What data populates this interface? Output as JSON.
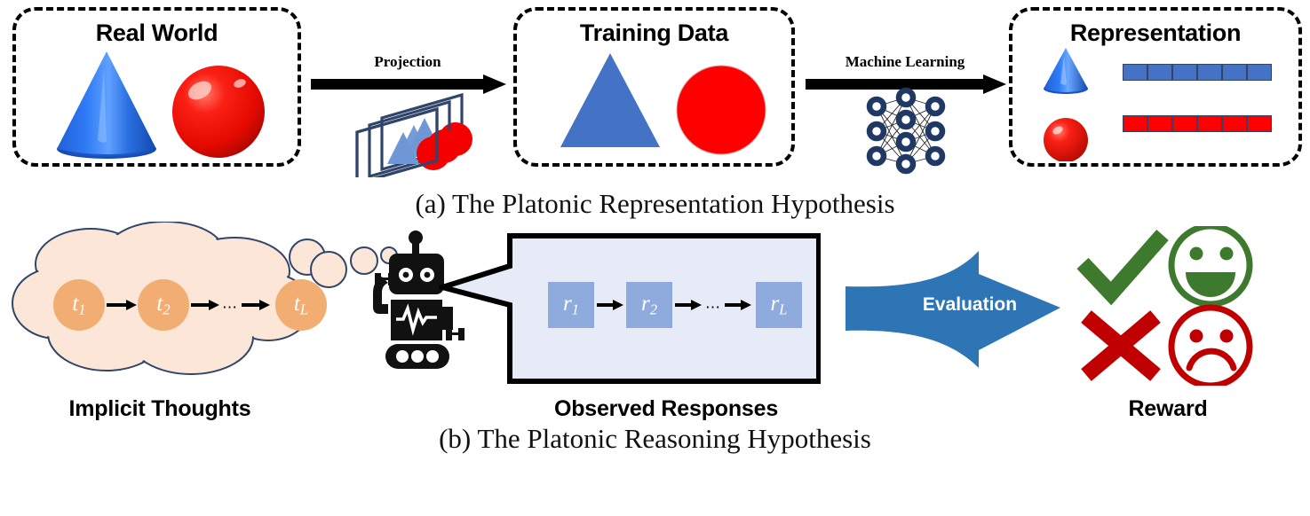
{
  "figure": {
    "panel_a": {
      "caption": "(a) The Platonic Representation Hypothesis",
      "boxes": [
        {
          "title": "Real World",
          "objects": [
            "blue-cone",
            "red-sphere"
          ]
        },
        {
          "title": "Training Data",
          "objects": [
            "blue-triangle",
            "red-circle"
          ]
        },
        {
          "title": "Representation",
          "objects": [
            "blue-cone",
            "red-sphere"
          ]
        }
      ],
      "arrows": [
        {
          "label": "Projection"
        },
        {
          "label": "Machine Learning"
        }
      ],
      "representation_vectors": [
        {
          "shape": "blue-cone",
          "cells": 6,
          "color": "#4472C4"
        },
        {
          "shape": "red-sphere",
          "cells": 6,
          "color": "#FF0000"
        }
      ],
      "neural_net": {
        "layers": [
          3,
          4,
          3
        ],
        "node_color": "#1F3864"
      },
      "projection_planes": 3
    },
    "panel_b": {
      "caption": "(b) The Platonic Reasoning Hypothesis",
      "thought_cloud": {
        "label": "Implicit Thoughts",
        "fill": "#FBE6D8",
        "stroke": "#31456b",
        "tokens": [
          "t1",
          "t2",
          "tL"
        ],
        "token_labels": [
          {
            "base": "t",
            "sub": "1"
          },
          {
            "base": "t",
            "sub": "2"
          },
          {
            "base": "t",
            "sub": "L"
          }
        ],
        "ellipsis": "⋯"
      },
      "agent": {
        "name": "robot"
      },
      "responses_panel": {
        "label": "Observed Responses",
        "fill": "#E6EBF7",
        "stroke": "#000000",
        "token_labels": [
          {
            "base": "r",
            "sub": "1"
          },
          {
            "base": "r",
            "sub": "2"
          },
          {
            "base": "r",
            "sub": "L"
          }
        ],
        "ellipsis": "⋯"
      },
      "evaluation_arrow": {
        "label": "Evaluation",
        "color": "#2E75B6"
      },
      "reward": {
        "label": "Reward",
        "positive": {
          "check_color": "#3E7A2E",
          "face_color": "#3E7A2E",
          "face": "smile"
        },
        "negative": {
          "cross_color": "#C00000",
          "face_color": "#C00000",
          "face": "frown"
        }
      }
    }
  }
}
